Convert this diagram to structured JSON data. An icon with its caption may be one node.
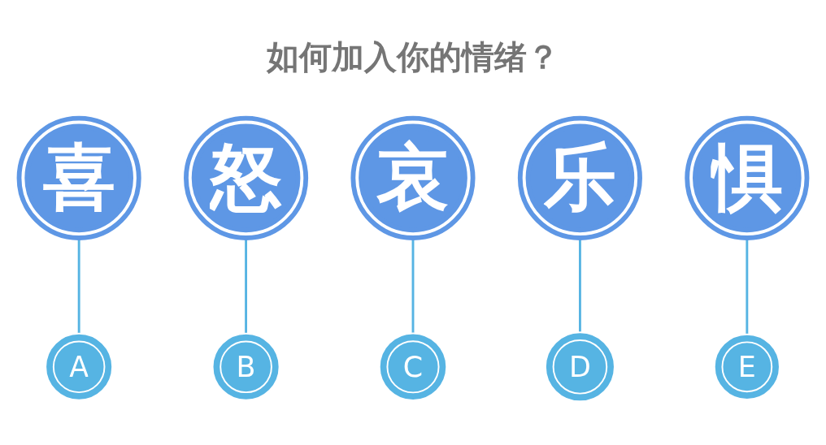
{
  "diagram": {
    "title": "如何加入你的情绪？",
    "nodes": [
      {
        "text": [
          "喜"
        ]
      },
      {
        "text": [
          "怒"
        ]
      },
      {
        "text": [
          "哀"
        ]
      },
      {
        "text": [
          "乐"
        ]
      },
      {
        "text": [
          "惧"
        ]
      },
      {
        "text": [
          "A"
        ]
      },
      {
        "text": [
          "B"
        ]
      },
      {
        "text": [
          "C"
        ]
      },
      {
        "text": [
          "D"
        ]
      },
      {
        "text": [
          "E"
        ]
      }
    ],
    "edges": [
      {
        "from": 0,
        "to": 5,
        "arrow": "none"
      },
      {
        "from": 1,
        "to": 6,
        "arrow": "none"
      },
      {
        "from": 2,
        "to": 7,
        "arrow": "none"
      },
      {
        "from": 3,
        "to": 8,
        "arrow": "none"
      },
      {
        "from": 4,
        "to": 9,
        "arrow": "none"
      }
    ]
  }
}
